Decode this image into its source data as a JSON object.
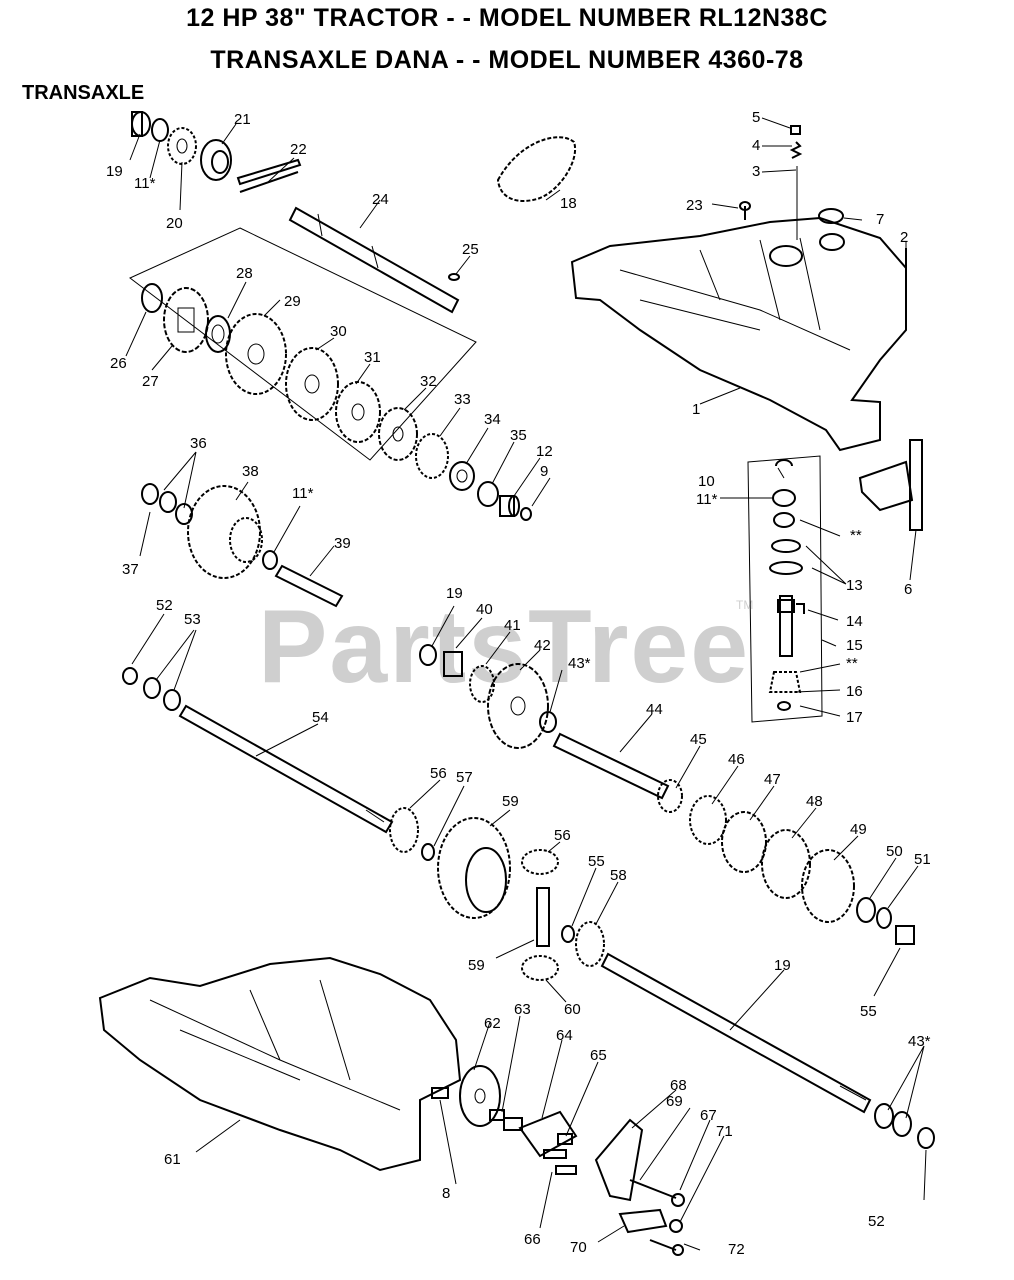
{
  "header": {
    "title_line1": "12 HP 38\" TRACTOR - - MODEL NUMBER RL12N38C",
    "title_line2": "TRANSAXLE DANA - - MODEL NUMBER 4360-78",
    "section": "TRANSAXLE"
  },
  "watermark": {
    "text": "PartsTree",
    "tm": "TM"
  },
  "callouts": [
    "19",
    "11*",
    "20",
    "21",
    "22",
    "24",
    "25",
    "18",
    "23",
    "5",
    "4",
    "3",
    "7",
    "2",
    "1",
    "28",
    "29",
    "26",
    "27",
    "30",
    "31",
    "32",
    "33",
    "34",
    "35",
    "12",
    "9",
    "10",
    "11*",
    "**",
    "13",
    "14",
    "15",
    "**",
    "16",
    "17",
    "6",
    "36",
    "38",
    "37",
    "11*",
    "39",
    "19",
    "40",
    "41",
    "42",
    "43*",
    "52",
    "53",
    "54",
    "44",
    "45",
    "46",
    "47",
    "48",
    "49",
    "50",
    "51",
    "55",
    "56",
    "57",
    "59",
    "56",
    "55",
    "58",
    "59",
    "60",
    "19",
    "62",
    "63",
    "64",
    "65",
    "68",
    "69",
    "67",
    "71",
    "61",
    "8",
    "66",
    "70",
    "72",
    "43*",
    "52"
  ]
}
